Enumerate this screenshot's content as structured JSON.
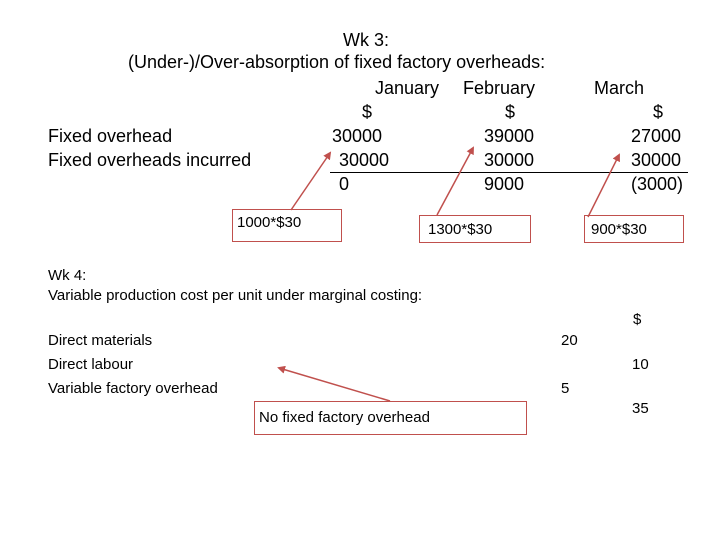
{
  "wk3": {
    "title": "Wk 3:",
    "subtitle": "(Under-)/Over-absorption of fixed factory overheads:",
    "headers": {
      "jan": "January",
      "feb": "February",
      "mar": "March"
    },
    "currency": "$",
    "rows": [
      {
        "label": "Fixed overhead",
        "jan": "30000",
        "feb": "39000",
        "mar": "27000"
      },
      {
        "label": "Fixed overheads incurred",
        "jan": "30000",
        "feb": "30000",
        "mar": "30000"
      },
      {
        "label": "",
        "jan": "0",
        "feb": "9000",
        "mar": "(3000)"
      }
    ],
    "notes": {
      "jan": "1000*$30",
      "feb": "1300*$30",
      "mar": "900*$30"
    }
  },
  "wk4": {
    "title": "Wk 4:",
    "subtitle": "Variable production cost per unit under marginal costing:",
    "currency": "$",
    "rows": [
      {
        "label": "Direct materials",
        "value": "20"
      },
      {
        "label": "Direct labour",
        "value": "10"
      },
      {
        "label": "Variable factory overhead",
        "value": "5"
      }
    ],
    "total": "35",
    "note": "No fixed factory overhead"
  },
  "colors": {
    "accent": "#c0504d",
    "text": "#000000"
  }
}
